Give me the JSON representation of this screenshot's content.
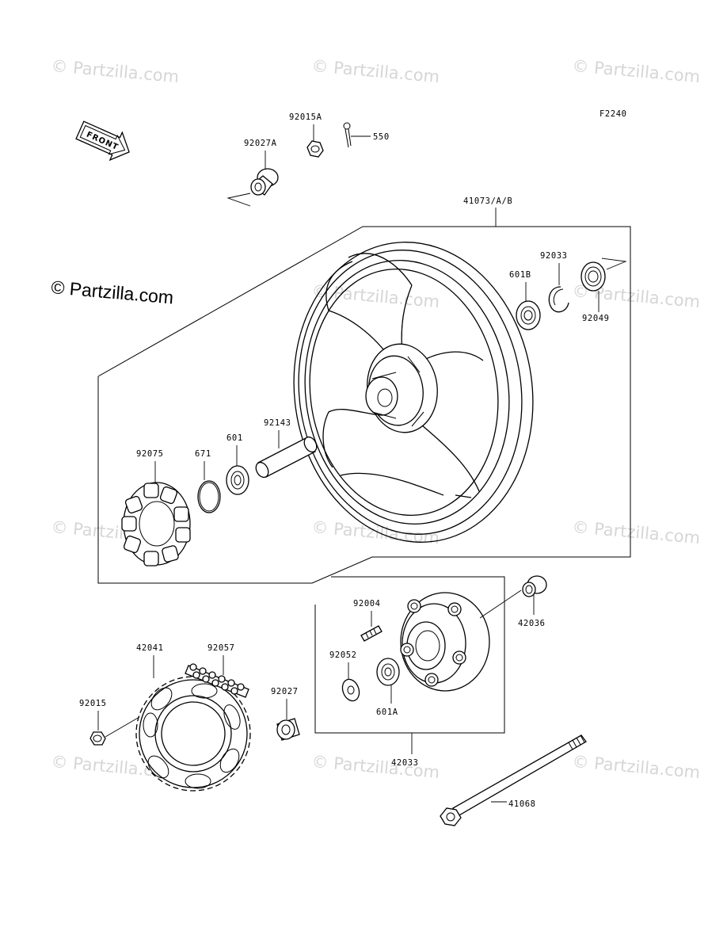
{
  "diagram_code": "F2240",
  "brand_watermark": "© Partzilla.com",
  "front_arrow_label": "FRONT",
  "part_labels": {
    "p92015A": "92015A",
    "p550": "550",
    "p92027A": "92027A",
    "p41073": "41073/A/B",
    "p92033": "92033",
    "p601B": "601B",
    "p92049": "92049",
    "p92143": "92143",
    "p601": "601",
    "p671": "671",
    "p92075": "92075",
    "p92004": "92004",
    "p42036": "42036",
    "p92052": "92052",
    "p601A": "601A",
    "p42033": "42033",
    "p42041": "42041",
    "p92057": "92057",
    "p92015": "92015",
    "p92027": "92027",
    "p41068": "41068"
  }
}
